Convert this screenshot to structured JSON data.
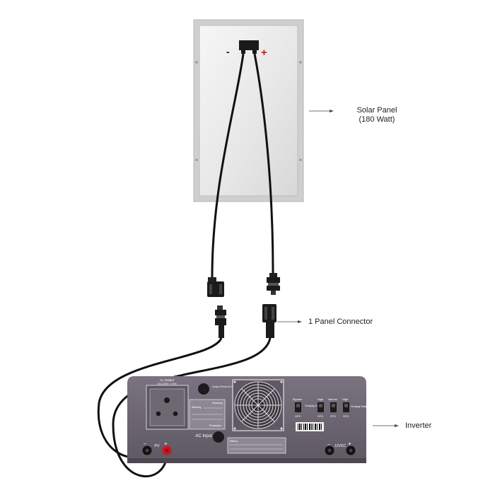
{
  "labels": {
    "solar_panel": "Solar Panel",
    "solar_panel_watt": "(180 Watt)",
    "panel_connector": "1 Panel Connector",
    "inverter": "Inverter"
  },
  "panel": {
    "minus": "-",
    "plus": "+"
  },
  "inverter": {
    "ac_output": "Ac Output",
    "ac_output_sub": "210-230V / 10%",
    "output_press": "Output Press for Restart",
    "warning": "Warning",
    "warning_line": "Warning",
    "precaution": "Precaution",
    "ac_input": "AC Input",
    "bypass": "Bypass",
    "ups": "UPS",
    "charging_current": "Charging Current",
    "high": "High",
    "std": "STD",
    "narrow": "Narrow",
    "charging_voltage": "Charging Voltage",
    "battery": "Battery",
    "pv": "PV",
    "pv_minus": "–",
    "pv_plus": "+",
    "dc": "12VDC",
    "dc_minus": "–",
    "dc_plus": "+"
  },
  "colors": {
    "panel_frame": "#c9c9c9",
    "panel_face": "#ececec",
    "cable": "#111111",
    "inverter_body": "#6b6470",
    "inverter_panel": "#8a8491",
    "plus_red": "#d0141b"
  }
}
